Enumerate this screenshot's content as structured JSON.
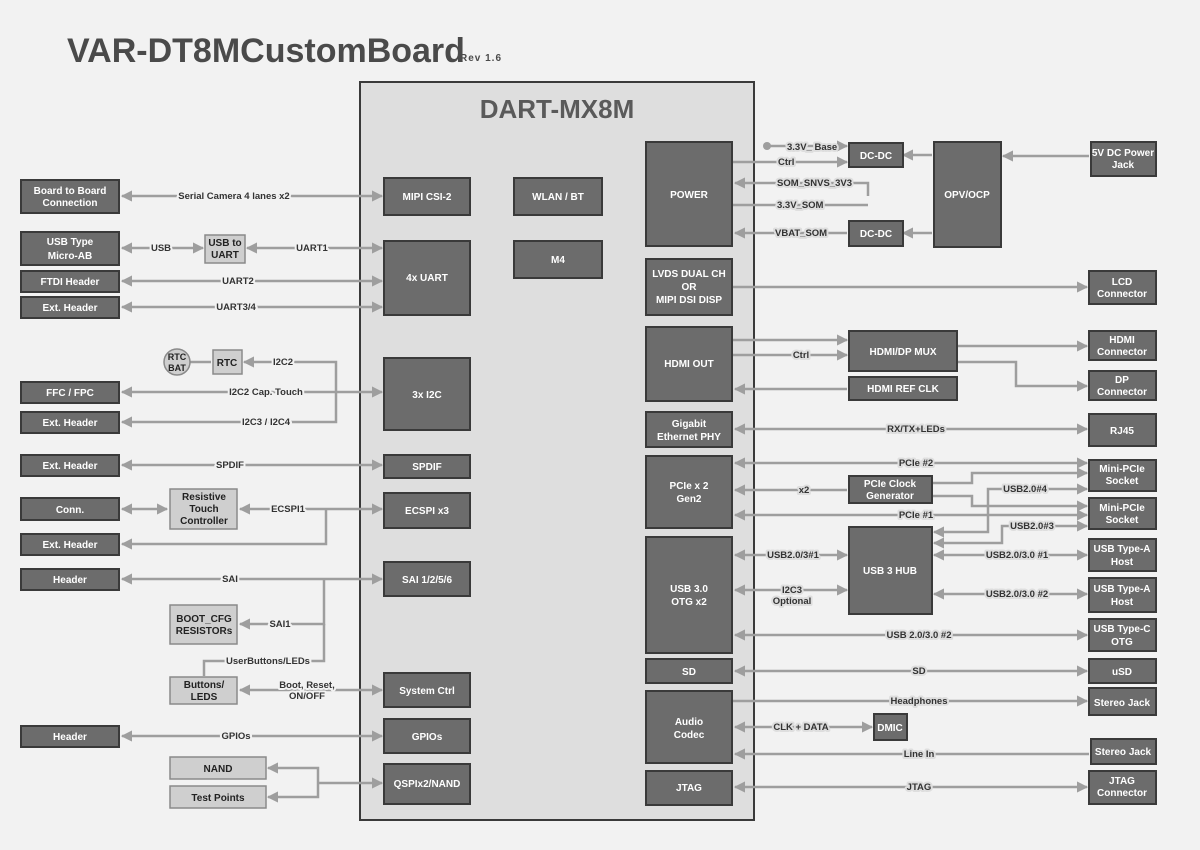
{
  "title": "VAR-DT8MCustomBoard",
  "revision": "Rev 1.6",
  "soc_name": "DART-MX8M",
  "colors": {
    "dark_block": "#6c6c6c",
    "light_block": "#cfcfcf",
    "soc_fill": "#dedede",
    "line": "#9e9e9e"
  },
  "soc_blocks": {
    "mipi_csi": "MIPI CSI-2",
    "uart": "4x UART",
    "i2c": "3x I2C",
    "spdif": "SPDIF",
    "ecspi": "ECSPI x3",
    "sai": "SAI 1/2/5/6",
    "system_ctrl": "System Ctrl",
    "gpios": "GPIOs",
    "qspi": "QSPIx2/NAND",
    "wlan": "WLAN / BT",
    "m4": "M4",
    "power": "POWER",
    "lvds": [
      "LVDS DUAL CH",
      "OR",
      "MIPI DSI DISP"
    ],
    "hdmi_out": "HDMI OUT",
    "gbe": [
      "Gigabit",
      "Ethernet PHY"
    ],
    "pcie": [
      "PCIe x 2",
      "Gen2"
    ],
    "usb3": [
      "USB 3.0",
      "OTG x2"
    ],
    "sd": "SD",
    "audio": [
      "Audio",
      "Codec"
    ],
    "jtag": "JTAG"
  },
  "left_blocks": {
    "b2b": [
      "Board to Board",
      "Connection"
    ],
    "usb_microab": [
      "USB Type",
      "Micro-AB"
    ],
    "ftdi": "FTDI Header",
    "ext_header_uart": "Ext. Header",
    "ffc": "FFC / FPC",
    "ext_header_i2c": "Ext. Header",
    "ext_header_spdif": "Ext. Header",
    "conn": "Conn.",
    "ext_header_ecspi": "Ext. Header",
    "header_sai": "Header",
    "header_gpio": "Header"
  },
  "mid_blocks": {
    "usb_to_uart": [
      "USB to",
      "UART"
    ],
    "rtc_bat": [
      "RTC",
      "BAT"
    ],
    "rtc": "RTC",
    "touch_ctrl": [
      "Resistive",
      "Touch",
      "Controller"
    ],
    "boot_cfg": [
      "BOOT_CFG",
      "RESISTORs"
    ],
    "buttons": [
      "Buttons/",
      "LEDS"
    ],
    "nand": "NAND",
    "test_points": "Test Points"
  },
  "right_blocks": {
    "dcdc_top": "DC-DC",
    "dcdc_bot": "DC-DC",
    "opv": "OPV/OCP",
    "pwr_jack": [
      "5V DC Power",
      "Jack"
    ],
    "lcd": [
      "LCD",
      "Connector"
    ],
    "hdmi_mux": "HDMI/DP MUX",
    "hdmi_ref": "HDMI REF CLK",
    "hdmi_conn": [
      "HDMI",
      "Connector"
    ],
    "dp_conn": [
      "DP",
      "Connector"
    ],
    "rj45": "RJ45",
    "pcie_clk": [
      "PCIe Clock",
      "Generator"
    ],
    "minipcie1": [
      "Mini-PCIe",
      "Socket"
    ],
    "minipcie2": [
      "Mini-PCIe",
      "Socket"
    ],
    "usb_hub": "USB 3 HUB",
    "usb_a1": [
      "USB Type-A",
      "Host"
    ],
    "usb_a2": [
      "USB Type-A",
      "Host"
    ],
    "usb_c": [
      "USB Type-C",
      "OTG"
    ],
    "usd": "uSD",
    "dmic": "DMIC",
    "stereo1": "Stereo Jack",
    "stereo2": "Stereo Jack",
    "jtag_conn": [
      "JTAG",
      "Connector"
    ]
  },
  "signals": {
    "serial_cam": "Serial Camera 4 lanes x2",
    "usb": "USB",
    "uart1": "UART1",
    "uart2": "UART2",
    "uart34": "UART3/4",
    "i2c2": "I2C2",
    "i2c2_touch": "I2C2 Cap. Touch",
    "i2c34": "I2C3 / I2C4",
    "spdif": "SPDIF",
    "ecspi1": "ECSPI1",
    "sai": "SAI",
    "sai1": "SAI1",
    "user_buttons": "UserButtons/LEDs",
    "boot_reset": [
      "Boot, Reset,",
      "ON/OFF"
    ],
    "gpios": "GPIOs",
    "v33_base": "3.3V_ Base",
    "ctrl": "Ctrl",
    "som_snvs": "SOM_SNVS_3V3",
    "v33_som": "3.3V_SOM",
    "vbat_som": "VBAT_SOM",
    "ctrl_hdmi": "Ctrl",
    "rxtx": "RX/TX+LEDs",
    "pcie2": "PCIe #2",
    "x2": "x2",
    "usb20_4": "USB2.0#4",
    "pcie1": "PCIe #1",
    "usb20_3": "USB2.0#3",
    "usb203_1": "USB2.0/3#1",
    "usb2030_1": "USB2.0/3.0 #1",
    "i2c3_opt": [
      "I2C3",
      "Optional"
    ],
    "usb2030_2": "USB2.0/3.0 #2",
    "usb20_30_2": "USB 2.0/3.0 #2",
    "sd": "SD",
    "headphones": "Headphones",
    "clk_data": "CLK + DATA",
    "line_in": "Line In",
    "jtag": "JTAG"
  }
}
